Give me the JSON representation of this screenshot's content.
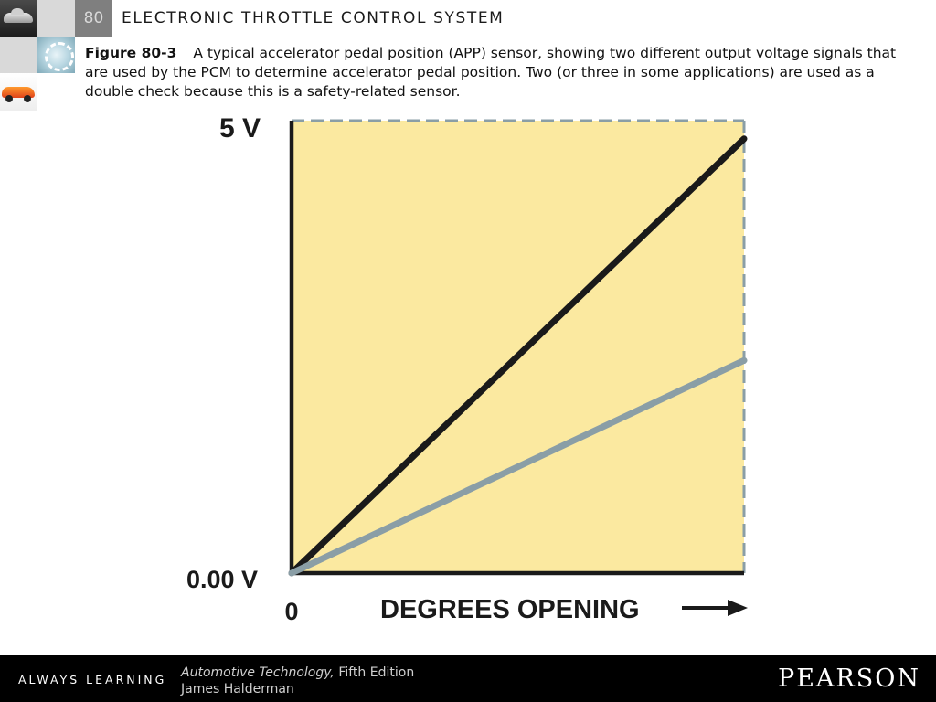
{
  "header": {
    "chapter_number": "80",
    "chapter_title": "ELECTRONIC THROTTLE CONTROL SYSTEM"
  },
  "caption": {
    "figure_label": "Figure 80-3",
    "text": "A typical accelerator pedal position (APP) sensor, showing two different output voltage signals that are used by the PCM to determine accelerator pedal position. Two (or three in some applications) are used as a double check because this is a safety-related sensor."
  },
  "chart_data": {
    "type": "line",
    "title": "",
    "xlabel": "DEGREES OPENING",
    "ylabel": "",
    "y_tick_labels": [
      "5 V",
      "0.00 V"
    ],
    "x_tick_labels": [
      "0"
    ],
    "xlim": [
      0,
      1
    ],
    "ylim": [
      0,
      5
    ],
    "x": [
      0,
      1
    ],
    "series": [
      {
        "values": [
          0,
          4.8
        ],
        "color": "#1a1a1a"
      },
      {
        "values": [
          0,
          2.35
        ],
        "color": "#8a9ea6"
      }
    ],
    "background_color": "#fbe9a0",
    "reference_line_color": "#8a9ea6",
    "grid": false,
    "legend": "none"
  },
  "footer": {
    "tagline": "ALWAYS LEARNING",
    "book_title": "Automotive Technology,",
    "book_edition": "Fifth Edition",
    "author": "James Halderman",
    "publisher": "PEARSON"
  }
}
